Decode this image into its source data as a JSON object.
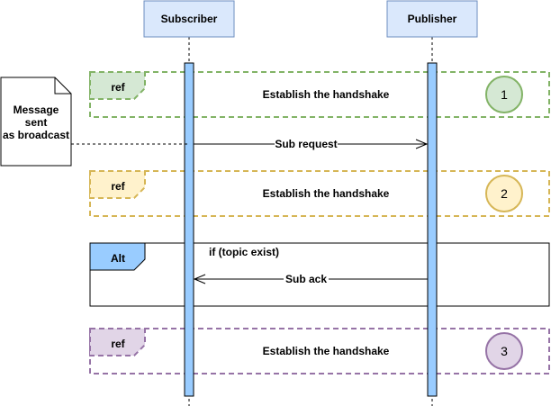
{
  "participants": {
    "subscriber": "Subscriber",
    "publisher": "Publisher"
  },
  "note": {
    "lines": [
      "Message",
      "sent",
      "as broadcast"
    ]
  },
  "fragments": [
    {
      "tag": "ref",
      "label": "Establish the handshake",
      "badge": "1",
      "fill": "#d5e8d4",
      "stroke": "#82b366"
    },
    {
      "tag": "ref",
      "label": "Establish the handshake",
      "badge": "2",
      "fill": "#fff2cc",
      "stroke": "#d6b656"
    },
    {
      "tag": "ref",
      "label": "Establish the handshake",
      "badge": "3",
      "fill": "#e1d5e7",
      "stroke": "#9673a6"
    }
  ],
  "alt": {
    "tag": "Alt",
    "condition": "if (topic exist)",
    "fill": "#99ccff"
  },
  "messages": {
    "sub_request": "Sub request",
    "sub_ack": "Sub ack"
  },
  "colors": {
    "participant_fill": "#dae8fc",
    "participant_stroke": "#6c8ebf",
    "activation_fill": "#99ccff"
  }
}
